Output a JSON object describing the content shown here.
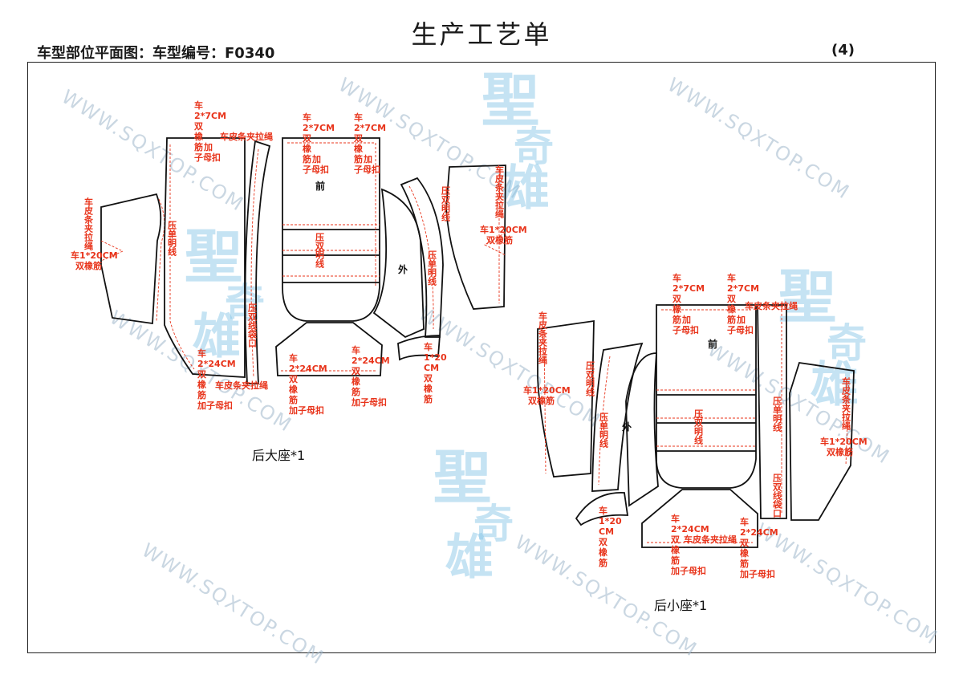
{
  "header": {
    "title": "生产工艺单",
    "subtitle": "车型部位平面图：车型编号：F0340",
    "page_no": "(4)"
  },
  "watermark": {
    "url": "WWW.SQXTOP.COM",
    "cn_big": "聖",
    "cn_mid": "奇",
    "cn_low": "雄"
  },
  "labels": {
    "front": "前",
    "outer": "外",
    "caption_big": "后大座*1",
    "caption_small": "后小座*1"
  },
  "notes": {
    "n_car": "车",
    "n_2x7": "2*7CM",
    "n_2x24": "2*24CM",
    "n_1x20": "车1*20CM",
    "n_1x20b": "1*20",
    "n_cm": "CM",
    "n_dbl": "双橡筋",
    "n_dbl_v": "双",
    "n_xiang": "橡",
    "n_jin": "筋",
    "n_jia": "加",
    "n_zimukou": "子母扣",
    "n_jiazimukou": "加子母扣",
    "n_lasheng": "车皮条夹拉绳",
    "n_v_lasheng": "车皮条夹拉绳",
    "n_yadan": "压单明线",
    "n_yashuang": "压双明线",
    "n_yadaikou": "压双线袋口"
  },
  "colors": {
    "annotation": "#e8341b",
    "watermark_blue": "#7fc2e6",
    "outline": "#111111"
  }
}
